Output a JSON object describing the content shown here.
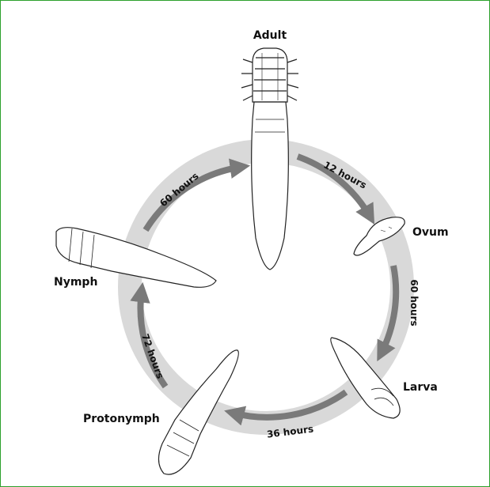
{
  "stages": {
    "adult": "Adult",
    "ovum": "Ovum",
    "larva": "Larva",
    "protonymph": "Protonymph",
    "nymph": "Nymph"
  },
  "durations": {
    "adult_to_ovum": "12 hours",
    "ovum_to_larva": "60 hours",
    "larva_to_protonymph": "36 hours",
    "protonymph_to_nymph": "72 hours",
    "nymph_to_adult": "60 hours"
  },
  "colors": {
    "ring": "#d9d9d9",
    "arrow": "#7a7a7a",
    "outline": "#222222"
  }
}
